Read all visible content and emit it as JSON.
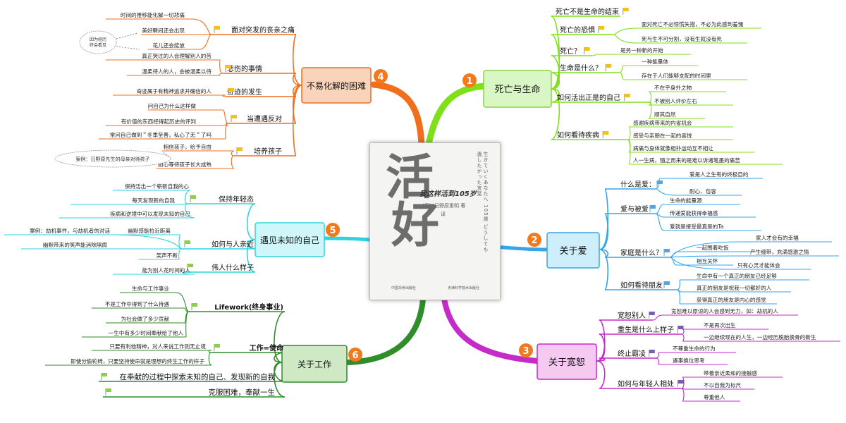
{
  "book": {
    "title_char1": "活",
    "title_char2": "好",
    "subtitle": "我这样活到105岁",
    "author": "〔日〕日野原重明 著",
    "translator": "译",
    "vertical_text": "生きていくあなたへ 105歳 どうしても遺したかった言葉",
    "publisher_left": "中国华侨出版社",
    "publisher_right": "天津科学技术出版社"
  },
  "colors": {
    "b1": "#7fe01a",
    "b2": "#37a6e8",
    "b3": "#c52bc9",
    "b4": "#ef6f1e",
    "b5": "#2ed3dd",
    "b6": "#2f8d2a",
    "badge": "#f07a1d",
    "flag_yellow": "#f2c316",
    "flag_blue": "#54a7de",
    "flag_purple": "#7b5bb0",
    "flag_green": "#8bd04a"
  },
  "branches": [
    {
      "number": "1",
      "label": "死亡与生命",
      "topics": [
        {
          "label": "死亡不是生命的结束",
          "items": []
        },
        {
          "label": "死亡的恐惧",
          "items": [
            "面对死亡不必惊慌失措，不必为此感到羞愧",
            "死与生不可分割，没有生就没有死"
          ]
        },
        {
          "label": "死亡？",
          "items": [
            "是另一种新的开始"
          ]
        },
        {
          "label": "生命是什么？",
          "items": [
            "一种能量体",
            "存在于人们能够支配的时间里"
          ]
        },
        {
          "label": "如何活出正是的自己",
          "items": [
            "不在乎身外之物",
            "不被别人评价左右",
            "顺其自然"
          ]
        },
        {
          "label": "如何看待疾病",
          "items": [
            "感谢疾病带来的内省机会",
            "感受与亲朋在一起的喜悦",
            "病痛与身体就像相扑运动互不相让",
            "人一生病，随之而来的是难以诉诸笔墨的痛苦"
          ]
        }
      ]
    },
    {
      "number": "2",
      "label": "关于爱",
      "topics": [
        {
          "label": "什么是爱：",
          "items": [
            "爱是人之生有的终极目的",
            "耐心、包容"
          ]
        },
        {
          "label": "爱与被爱",
          "items": [
            "生命的能量源",
            "传递爱能获得幸福感",
            "爱就是接受最真是的Ta"
          ]
        },
        {
          "label": "家庭是什么？",
          "items": [
            "一起围着吃饭",
            "家人才会有的幸福",
            "产生细带，充满感激之情",
            "相互关怀",
            "只有心灵才能体会"
          ]
        },
        {
          "label": "如何看待朋友",
          "items": [
            "生命中有一个真正的朋友已经足够",
            "真正的朋友是祝我一切都好的人",
            "获得真正的朋友是内心的感觉"
          ]
        }
      ]
    },
    {
      "number": "3",
      "label": "关于宽恕",
      "topics": [
        {
          "label": "宽恕别人",
          "items": [
            "宽恕难以原谅的人会感到无力，如：劫机的人"
          ]
        },
        {
          "label": "重生是什么上样子",
          "items": [
            "不是再次出生",
            "一边继续现在的人生，一边经历脱胎换骨的新生"
          ]
        },
        {
          "label": "终止霸凌",
          "items": [
            "不尊重生命的行为",
            "遇事换位思考"
          ]
        },
        {
          "label": "如何与年轻人相处",
          "items": [
            "带着亲近柔和的接触感",
            "不以自我为标尺",
            "尊重他人"
          ]
        }
      ]
    },
    {
      "number": "4",
      "label": "不易化解的困难",
      "topics": [
        {
          "label": "面对突发的丧亲之痛",
          "items": [
            "时间的推移能化解一切悲痛",
            "美好瞬间还会出现",
            "花儿还会绽放"
          ]
        },
        {
          "label": "悲伤的事情",
          "items": [
            "真正哭过的人会理解别人的苦",
            "温柔待人的人，会被温柔以待"
          ]
        },
        {
          "label": "奇迹的发生",
          "items": [
            "奇迹属于有精神追求并确信的人"
          ]
        },
        {
          "label": "当遭遇反对",
          "items": [
            "问自己为什么这样做",
            "有价值的东西经得起历史的评判",
            "常问自己做到＂冬季至善，私心了无＂了吗"
          ]
        },
        {
          "label": "培养孩子",
          "items": [
            "相信孩子，给予自由",
            "耐心等待孩子长大成熟"
          ]
        }
      ],
      "notes": [
        "因为经历",
        "终会看见",
        "案例：日野原先生的母亲对待孩子"
      ]
    },
    {
      "number": "5",
      "label": "遇见未知的自己",
      "topics": [
        {
          "label": "保持年轻态",
          "items": [
            "保持活出一个崭新自我的心",
            "每天发现新的自我",
            "疾病和逆境中可以发现未知的自己"
          ]
        },
        {
          "label": "如何与人亲近",
          "items": [
            "幽默感能拉近距离",
            "案例：劫机事件，与劫机者的对话",
            "幽默带来的笑声能消除隔阂",
            "笑声不断"
          ]
        },
        {
          "label": "伟人什么样子",
          "items": [
            "能为别人花时间的人"
          ]
        }
      ]
    },
    {
      "number": "6",
      "label": "关于工作",
      "topics": [
        {
          "label": "Lifework(终身事业)",
          "items": [
            "生命与工作事业",
            "不是工作中得到了什么待遇",
            "为社会做了多少贡献",
            "一生中有多少时间奉献给了他人"
          ]
        },
        {
          "label": "工作=使命",
          "items": [
            "只要有利他精神，对人来说工作则无止境",
            "即使分偷轮椅，只要坚持使命就是理想的终生工作的样子"
          ]
        },
        {
          "label": "在奉献的过程中探索未知的自己、发现新的自我",
          "items": []
        },
        {
          "label": "克服困难，奉献一生",
          "items": []
        }
      ]
    }
  ]
}
